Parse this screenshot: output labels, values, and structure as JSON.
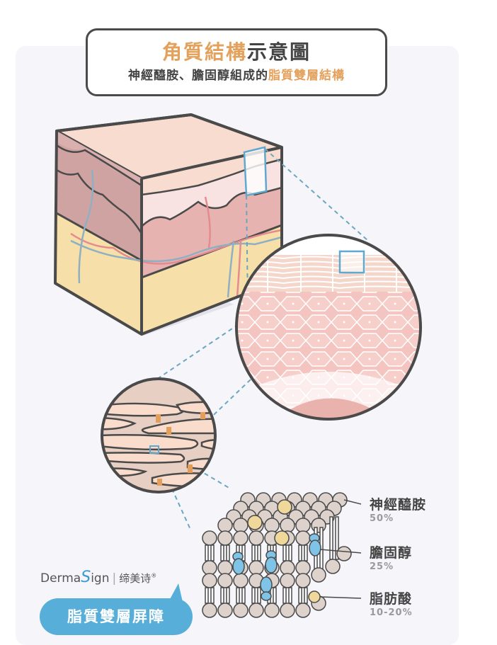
{
  "title": {
    "main_accent": "角質結構",
    "main_dark": "示意圖",
    "sub_dark": "神經醯胺、膽固醇組成的",
    "sub_accent": "脂質雙層結構"
  },
  "labels": [
    {
      "name": "神經醯胺",
      "percent": "50%"
    },
    {
      "name": "膽固醇",
      "percent": "25%"
    },
    {
      "name": "脂肪酸",
      "percent": "10-20%"
    }
  ],
  "brand": {
    "prefix": "Derma",
    "s": "S",
    "suffix": "ign",
    "separator": "|",
    "chinese": "缔美诗",
    "mark": "®"
  },
  "badge": {
    "label": "脂質雙層屏障"
  },
  "colors": {
    "accent_orange": "#e3a15c",
    "text_dark": "#444444",
    "badge_blue": "#57aed8",
    "outline": "#4a4a4a",
    "skin_top": "#f7dcd0",
    "dermis": "#e6b3b0",
    "fat": "#f6dfa8",
    "lipid_head": "#ddd2cc",
    "cholesterol": "#7fc3e6",
    "fatty_acid": "#f0d79a"
  }
}
